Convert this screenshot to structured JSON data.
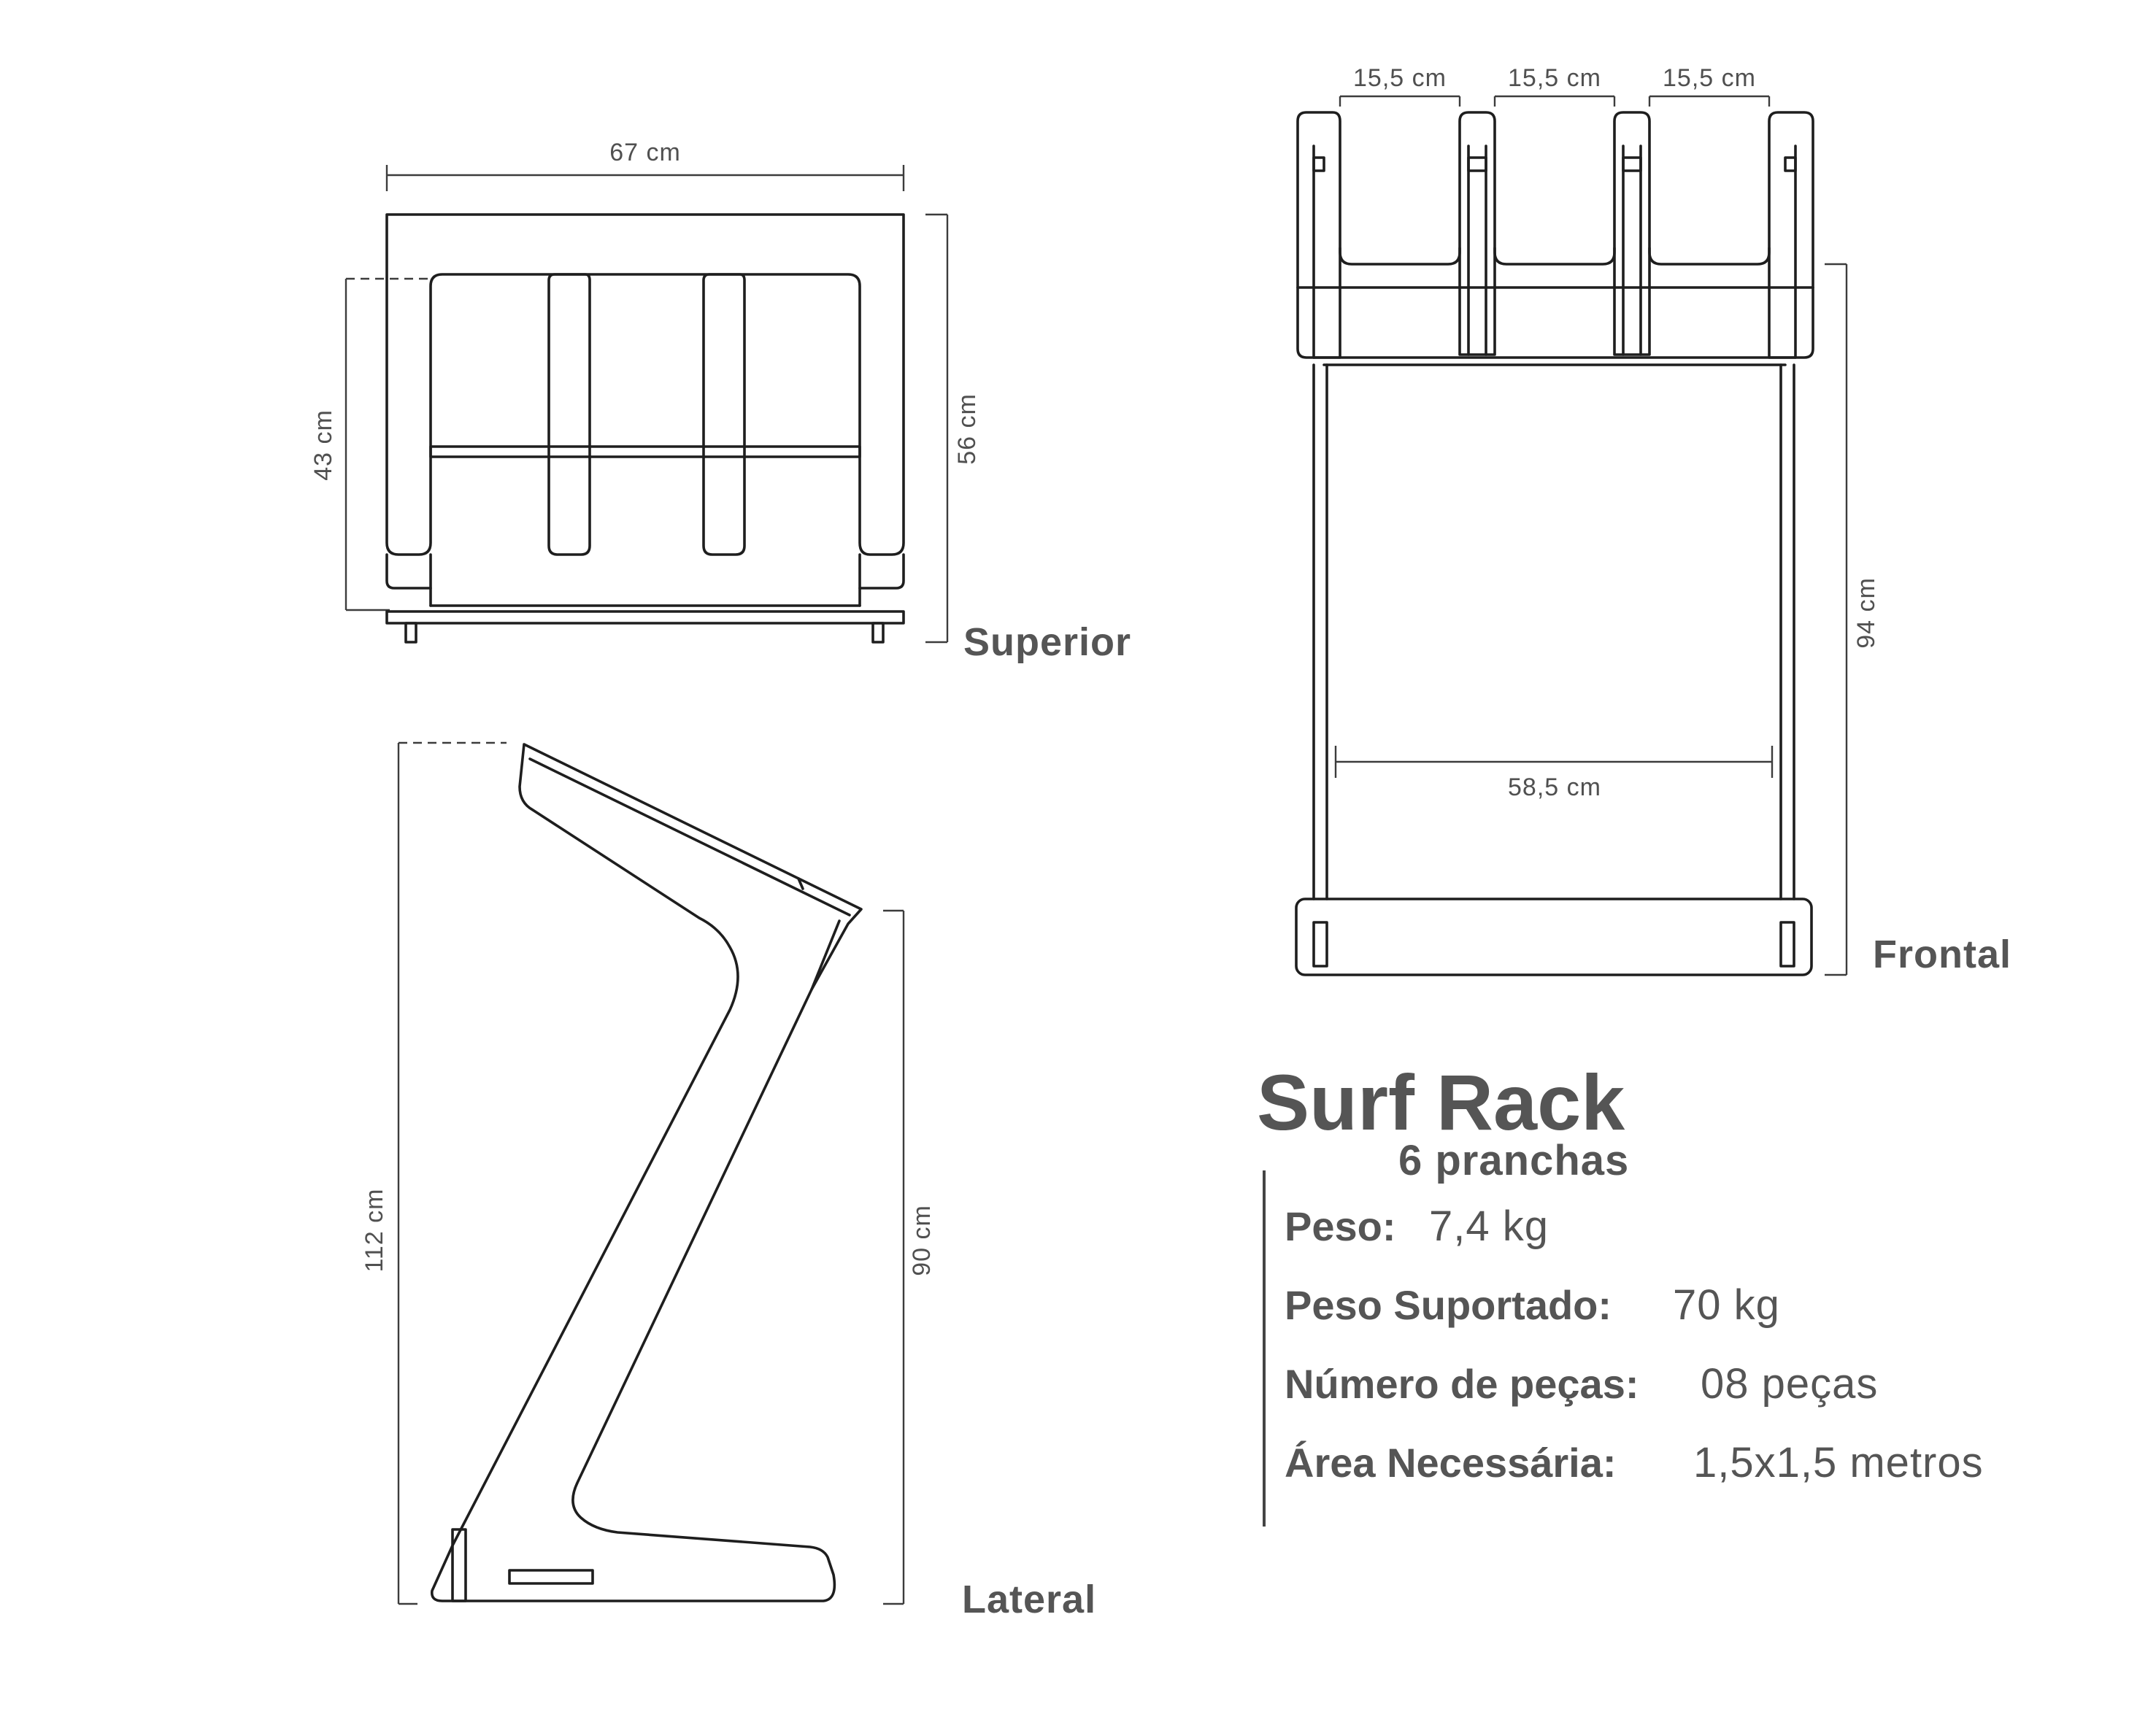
{
  "views": {
    "top": {
      "label": "Superior",
      "width": "67 cm",
      "depth": "56 cm",
      "inner_depth": "43 cm"
    },
    "front": {
      "label": "Frontal",
      "slot_widths": [
        "15,5 cm",
        "15,5 cm",
        "15,5 cm"
      ],
      "inner_width": "58,5 cm",
      "height": "94 cm"
    },
    "side": {
      "label": "Lateral",
      "total_height": "112 cm",
      "front_height": "90 cm"
    }
  },
  "product": {
    "title": "Surf Rack",
    "subtitle": "6 pranchas",
    "specs": [
      {
        "key": "Peso:",
        "value": "7,4 kg"
      },
      {
        "key": "Peso Suportado:",
        "value": "70 kg"
      },
      {
        "key": "Número de peças:",
        "value": "08 peças"
      },
      {
        "key": "Área Necessária:",
        "value": "1,5x1,5 metros"
      }
    ]
  },
  "colors": {
    "line": "#1e1e1e",
    "text": "#555555",
    "dimension": "#505050"
  }
}
